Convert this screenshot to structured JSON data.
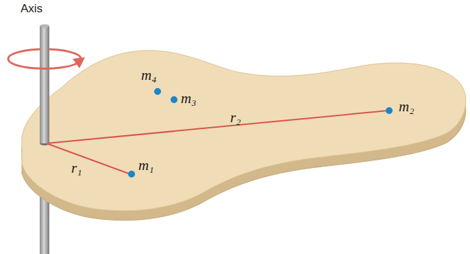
{
  "diagram": {
    "labels": [
      "Axis",
      "m₄",
      "m₃",
      "r₂",
      "m₂",
      "r₁",
      "m₁"
    ]
  }
}
